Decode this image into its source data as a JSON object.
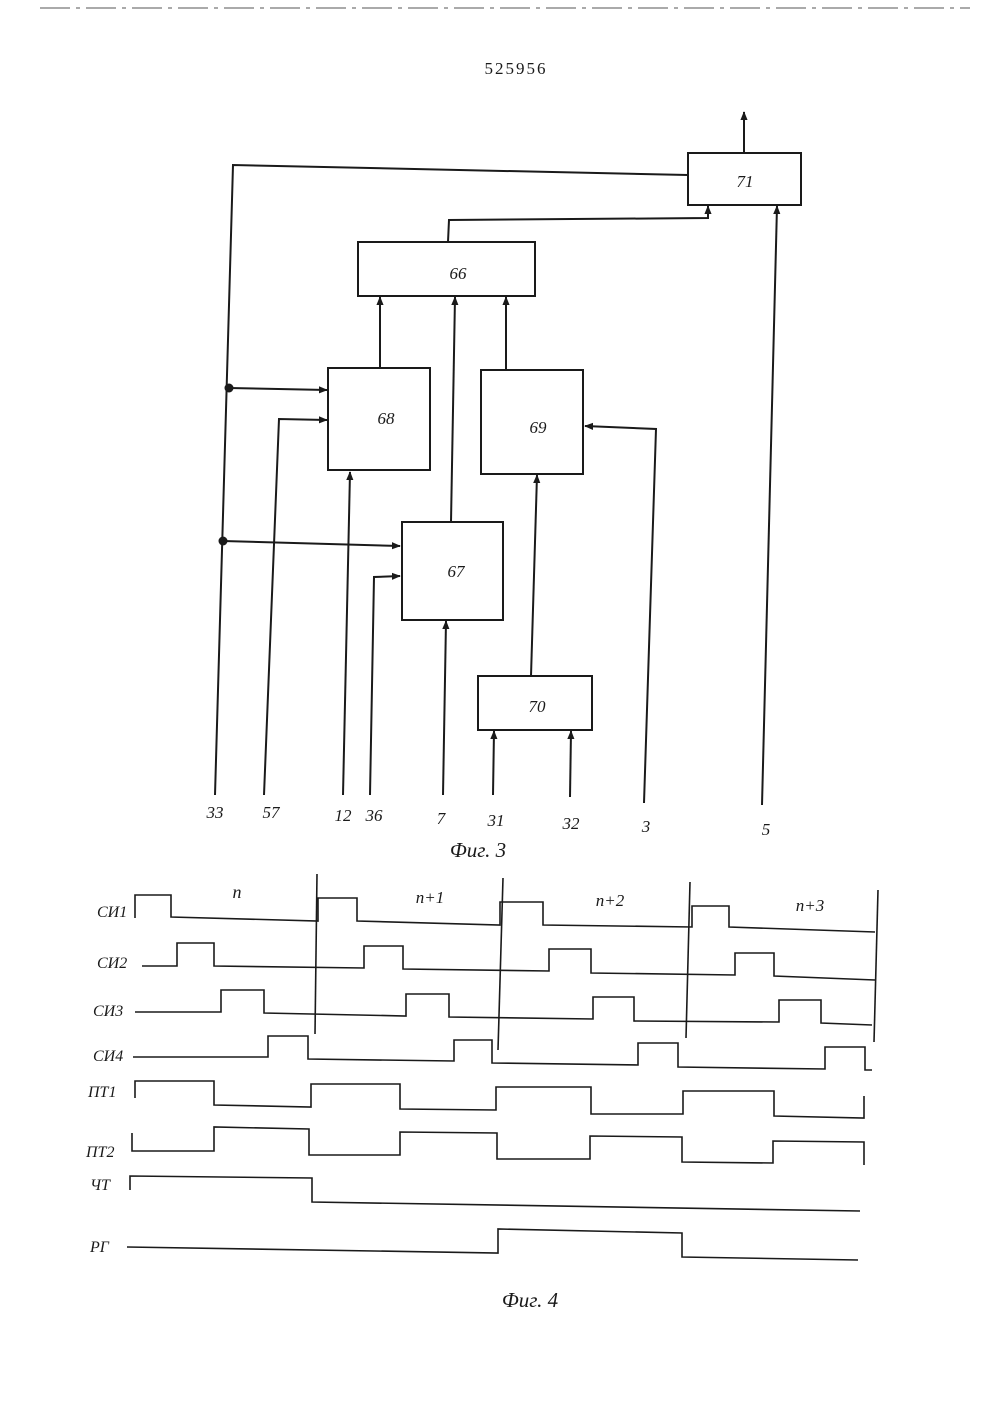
{
  "document_number": "525956",
  "fig3": {
    "caption": "Фиг. 3",
    "blocks": [
      "66",
      "67",
      "68",
      "69",
      "70",
      "71"
    ],
    "inputs": [
      "33",
      "57",
      "12",
      "36",
      "7",
      "31",
      "32",
      "3",
      "5"
    ]
  },
  "fig4": {
    "caption": "Фиг. 4",
    "periods": [
      "n",
      "n+1",
      "n+2",
      "n+3"
    ],
    "signals": [
      "СИ1",
      "СИ2",
      "СИ3",
      "СИ4",
      "ПТ1",
      "ПТ2",
      "ЧТ",
      "РГ"
    ]
  }
}
